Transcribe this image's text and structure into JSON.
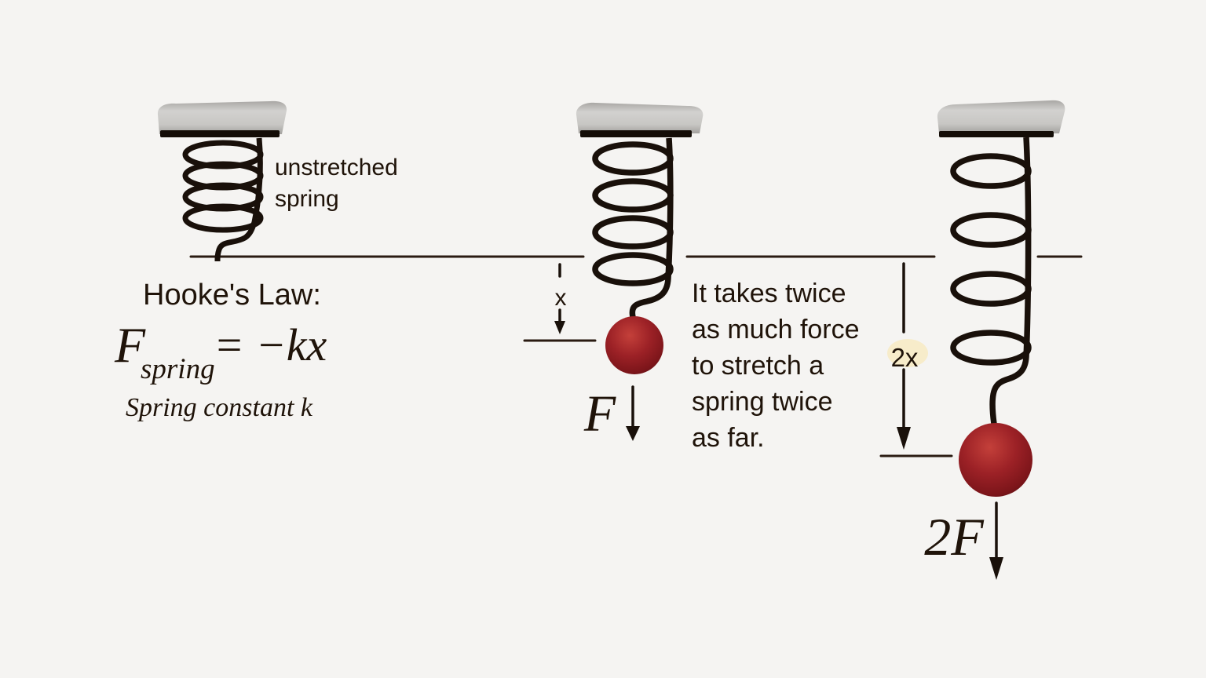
{
  "figure": {
    "title": "Hooke's Law:",
    "formula": {
      "main": "F",
      "subscript": "spring",
      "rhs": "= −kx"
    },
    "spring_constant_note": "Spring constant k"
  },
  "left_spring": {
    "label_line1": "unstretched",
    "label_line2": "spring"
  },
  "middle_spring": {
    "displacement_label": "x",
    "force_label": "F"
  },
  "right_spring": {
    "displacement_label": "2x",
    "force_label": "2F"
  },
  "caption": {
    "lines": [
      "It takes twice",
      "as much force",
      "to stretch a",
      "spring twice",
      "as far."
    ]
  },
  "colors": {
    "background": "#f5f4f2",
    "ink": "#1f1309",
    "wire": "#19100a",
    "reference_line": "#2a1b12",
    "ball_highlight": "#c4403a",
    "ball_core": "#9c2126",
    "ball_edge": "#561014",
    "mount_light": "#d2d1cf",
    "mount_dark": "#a3a19e",
    "label_highlight_cream": "#f7ecca"
  }
}
